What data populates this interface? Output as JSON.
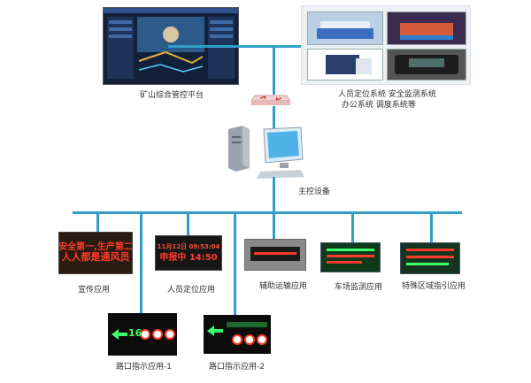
{
  "labels": {
    "platform": "矿山综合管控平台",
    "subsystems_line1": "人员定位系统 安全监测系统",
    "subsystems_line2": "办公系统 调度系统等",
    "main_device": "主控设备",
    "app_publicity": "宣传应用",
    "app_positioning": "人员定位应用",
    "app_transport": "辅助运输应用",
    "app_yard": "车场监测应用",
    "app_special": "特殊区域指引应用",
    "app_crossing1": "路口指示应用-1",
    "app_crossing2": "路口指示应用-2"
  },
  "displays": {
    "publicity_line1": "安全第一,生产第二",
    "publicity_line2": "人人都是通风员",
    "positioning_top": "11月12日 09:53:04",
    "positioning_bottom": "申报中 14:50",
    "crossing_number": "16"
  },
  "colors": {
    "bus": "#2f9fc7",
    "led_red": "#ff3a2a",
    "led_green": "#3cff6a",
    "screen_dark": "#1a2a45"
  }
}
